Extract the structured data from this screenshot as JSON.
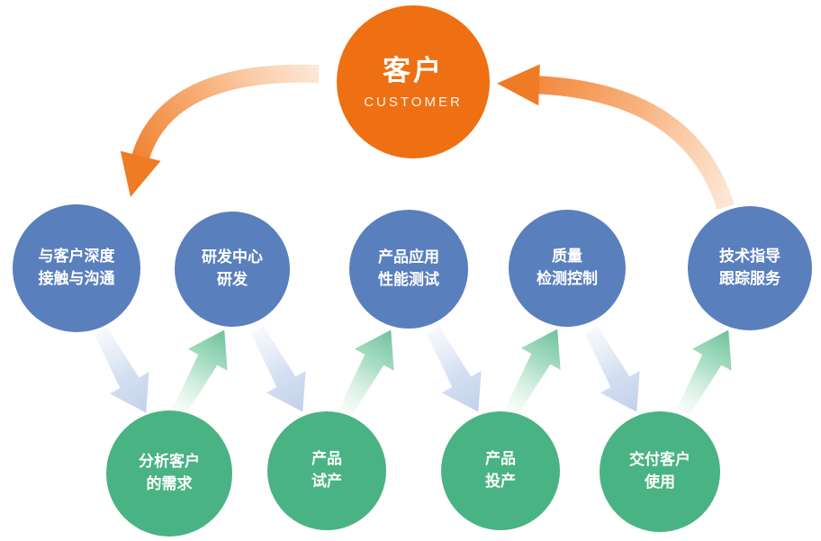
{
  "customer": {
    "title": "客户",
    "subtitle": "CUSTOMER"
  },
  "top_row": [
    {
      "line1": "与客户深度",
      "line2": "接触与沟通"
    },
    {
      "line1": "研发中心",
      "line2": "研发"
    },
    {
      "line1": "产品应用",
      "line2": "性能测试"
    },
    {
      "line1": "质量",
      "line2": "检测控制"
    },
    {
      "line1": "技术指导",
      "line2": "跟踪服务"
    }
  ],
  "bottom_row": [
    {
      "line1": "分析客户",
      "line2": "的需求"
    },
    {
      "line1": "产品",
      "line2": "试产"
    },
    {
      "line1": "产品",
      "line2": "投产"
    },
    {
      "line1": "交付客户",
      "line2": "使用"
    }
  ],
  "colors": {
    "customer_orange": "#ee7012",
    "process_blue": "#5a7fbd",
    "process_green": "#49b383",
    "arrow_orange": "#f0812f",
    "arrow_blue_light": "#c2d1ea",
    "arrow_green_light": "#6ec29a",
    "background": "#ffffff"
  }
}
